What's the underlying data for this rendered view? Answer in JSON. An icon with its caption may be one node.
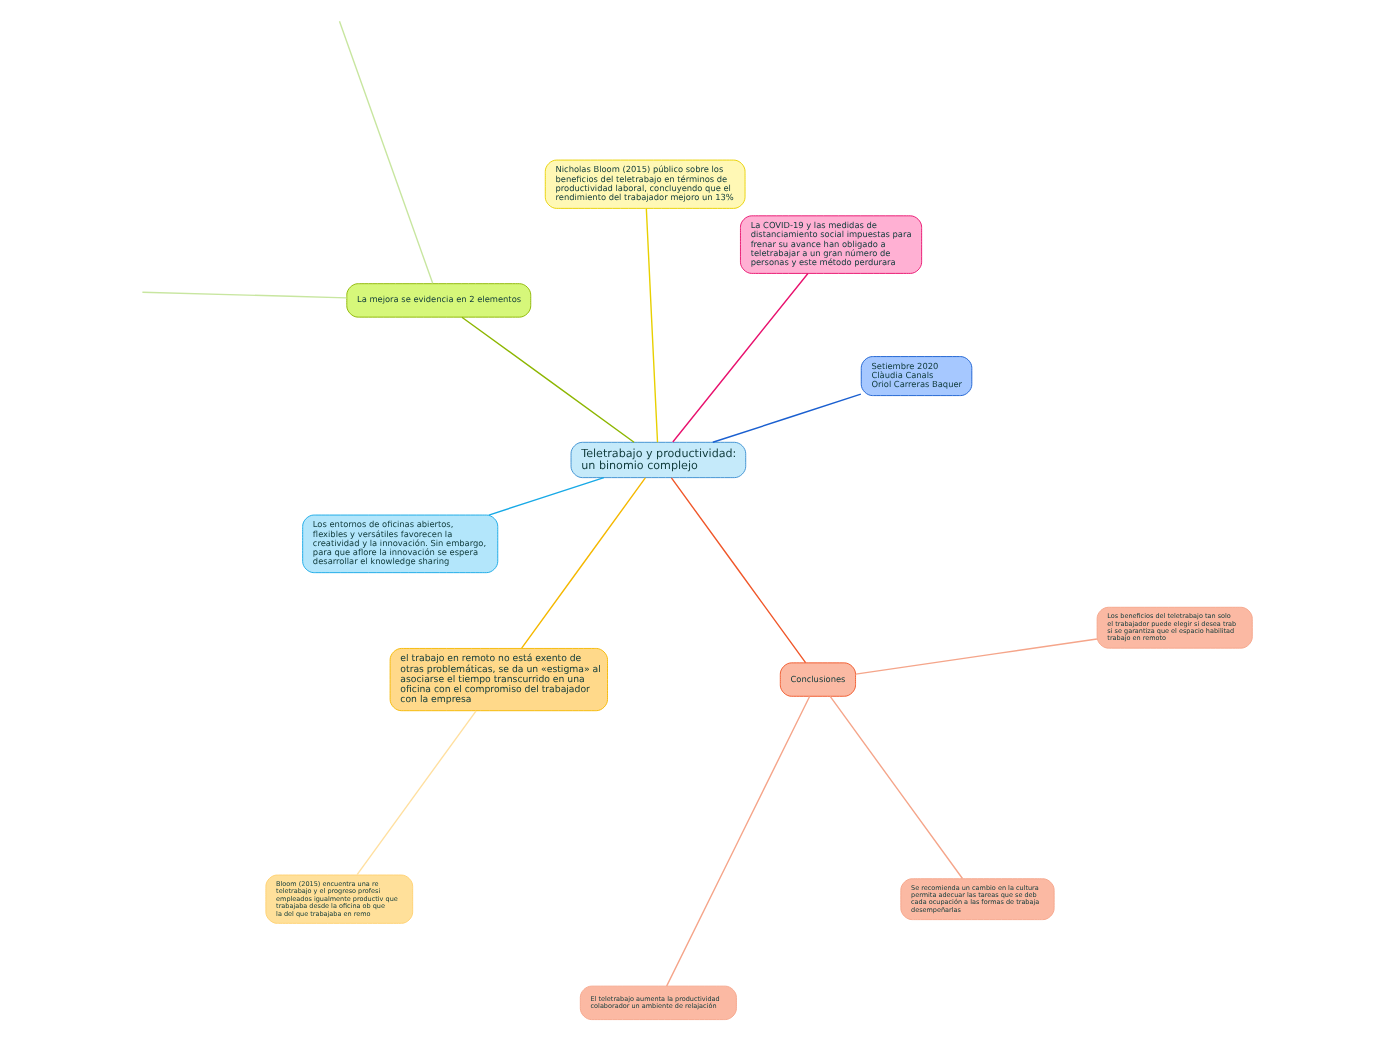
{
  "diagram": {
    "nodes": [
      {
        "text": [
          "Teletrabajo y productividad: un binomio complejo"
        ]
      },
      {
        "text": [
          "Setiembre 2020",
          "Clàudia Canals",
          "Oriol Carreras Baquer"
        ]
      },
      {
        "text": [
          "La COVID-19 y las medidas de distanciamiento social impuestas para frenar su avance han obligado a teletrabajar a un gran número de personas y este método perdurara"
        ]
      },
      {
        "text": [
          "Nicholas Bloom (2015) público sobre los beneficios del teletrabajo en términos de productividad laboral, concluyendo que el rendimiento del trabajador mejoro un 13%"
        ]
      },
      {
        "text": [
          "La mejora se evidencia en 2 elementos"
        ]
      },
      {
        "text": [
          "Los entornos de oficinas abiertos, flexibles y versátiles favorecen la creatividad y la innovación. Sin embargo, para que aflore la innovación se espera desarrollar el knowledge sharing"
        ]
      },
      {
        "text": [
          "el trabajo en remoto no está exento de otras problemáticas, se da un «estigma» al asociarse el tiempo transcurrido en una oficina con el compromiso del trabajador con la empresa"
        ]
      },
      {
        "text": [
          "Bloom (2015) encuentra una re teletrabajo y el progreso profesi empleados igualmente productiv que trabajaba desde la oficina ob que la del que trabajaba en remo"
        ]
      },
      {
        "text": [
          "Conclusiones"
        ]
      },
      {
        "text": [
          "El teletrabajo aumenta la productividad colaborador un ambiente de relajación"
        ]
      },
      {
        "text": [
          "Se recomienda un cambio en la cultura permita adecuar las tareas que se deb cada ocupación a las formas de trabaja desempeñarlas"
        ]
      },
      {
        "text": [
          "Los beneficios del teletrabajo tan solo el trabajador puede elegir si desea trab si se garantiza que el espacio habilitad trabajo en remoto"
        ]
      }
    ],
    "edges": [
      {
        "from": 0,
        "to": 1,
        "arrow": "none",
        "color": "#1a5fd0"
      },
      {
        "from": 0,
        "to": 2,
        "arrow": "none",
        "color": "#e8126e"
      },
      {
        "from": 0,
        "to": 3,
        "arrow": "none",
        "color": "#e8d000"
      },
      {
        "from": 0,
        "to": 4,
        "arrow": "none",
        "color": "#8db600"
      },
      {
        "from": 0,
        "to": 5,
        "arrow": "none",
        "color": "#17a9e6"
      },
      {
        "from": 0,
        "to": 6,
        "arrow": "none",
        "color": "#f5b800"
      },
      {
        "from": 6,
        "to": 7,
        "arrow": "none",
        "color": "#ffe0a0"
      },
      {
        "from": 0,
        "to": 8,
        "arrow": "none",
        "color": "#f0572a"
      },
      {
        "from": 8,
        "to": 9,
        "arrow": "none",
        "color": "#f5a58a"
      },
      {
        "from": 8,
        "to": 10,
        "arrow": "none",
        "color": "#f5a58a"
      },
      {
        "from": 8,
        "to": 11,
        "arrow": "none",
        "color": "#f5a58a"
      },
      {
        "from": 4,
        "to": null,
        "arrow": "none",
        "color": "#c8e6a0"
      },
      {
        "from": 4,
        "to": null,
        "arrow": "none",
        "color": "#c8e6a0"
      }
    ]
  }
}
